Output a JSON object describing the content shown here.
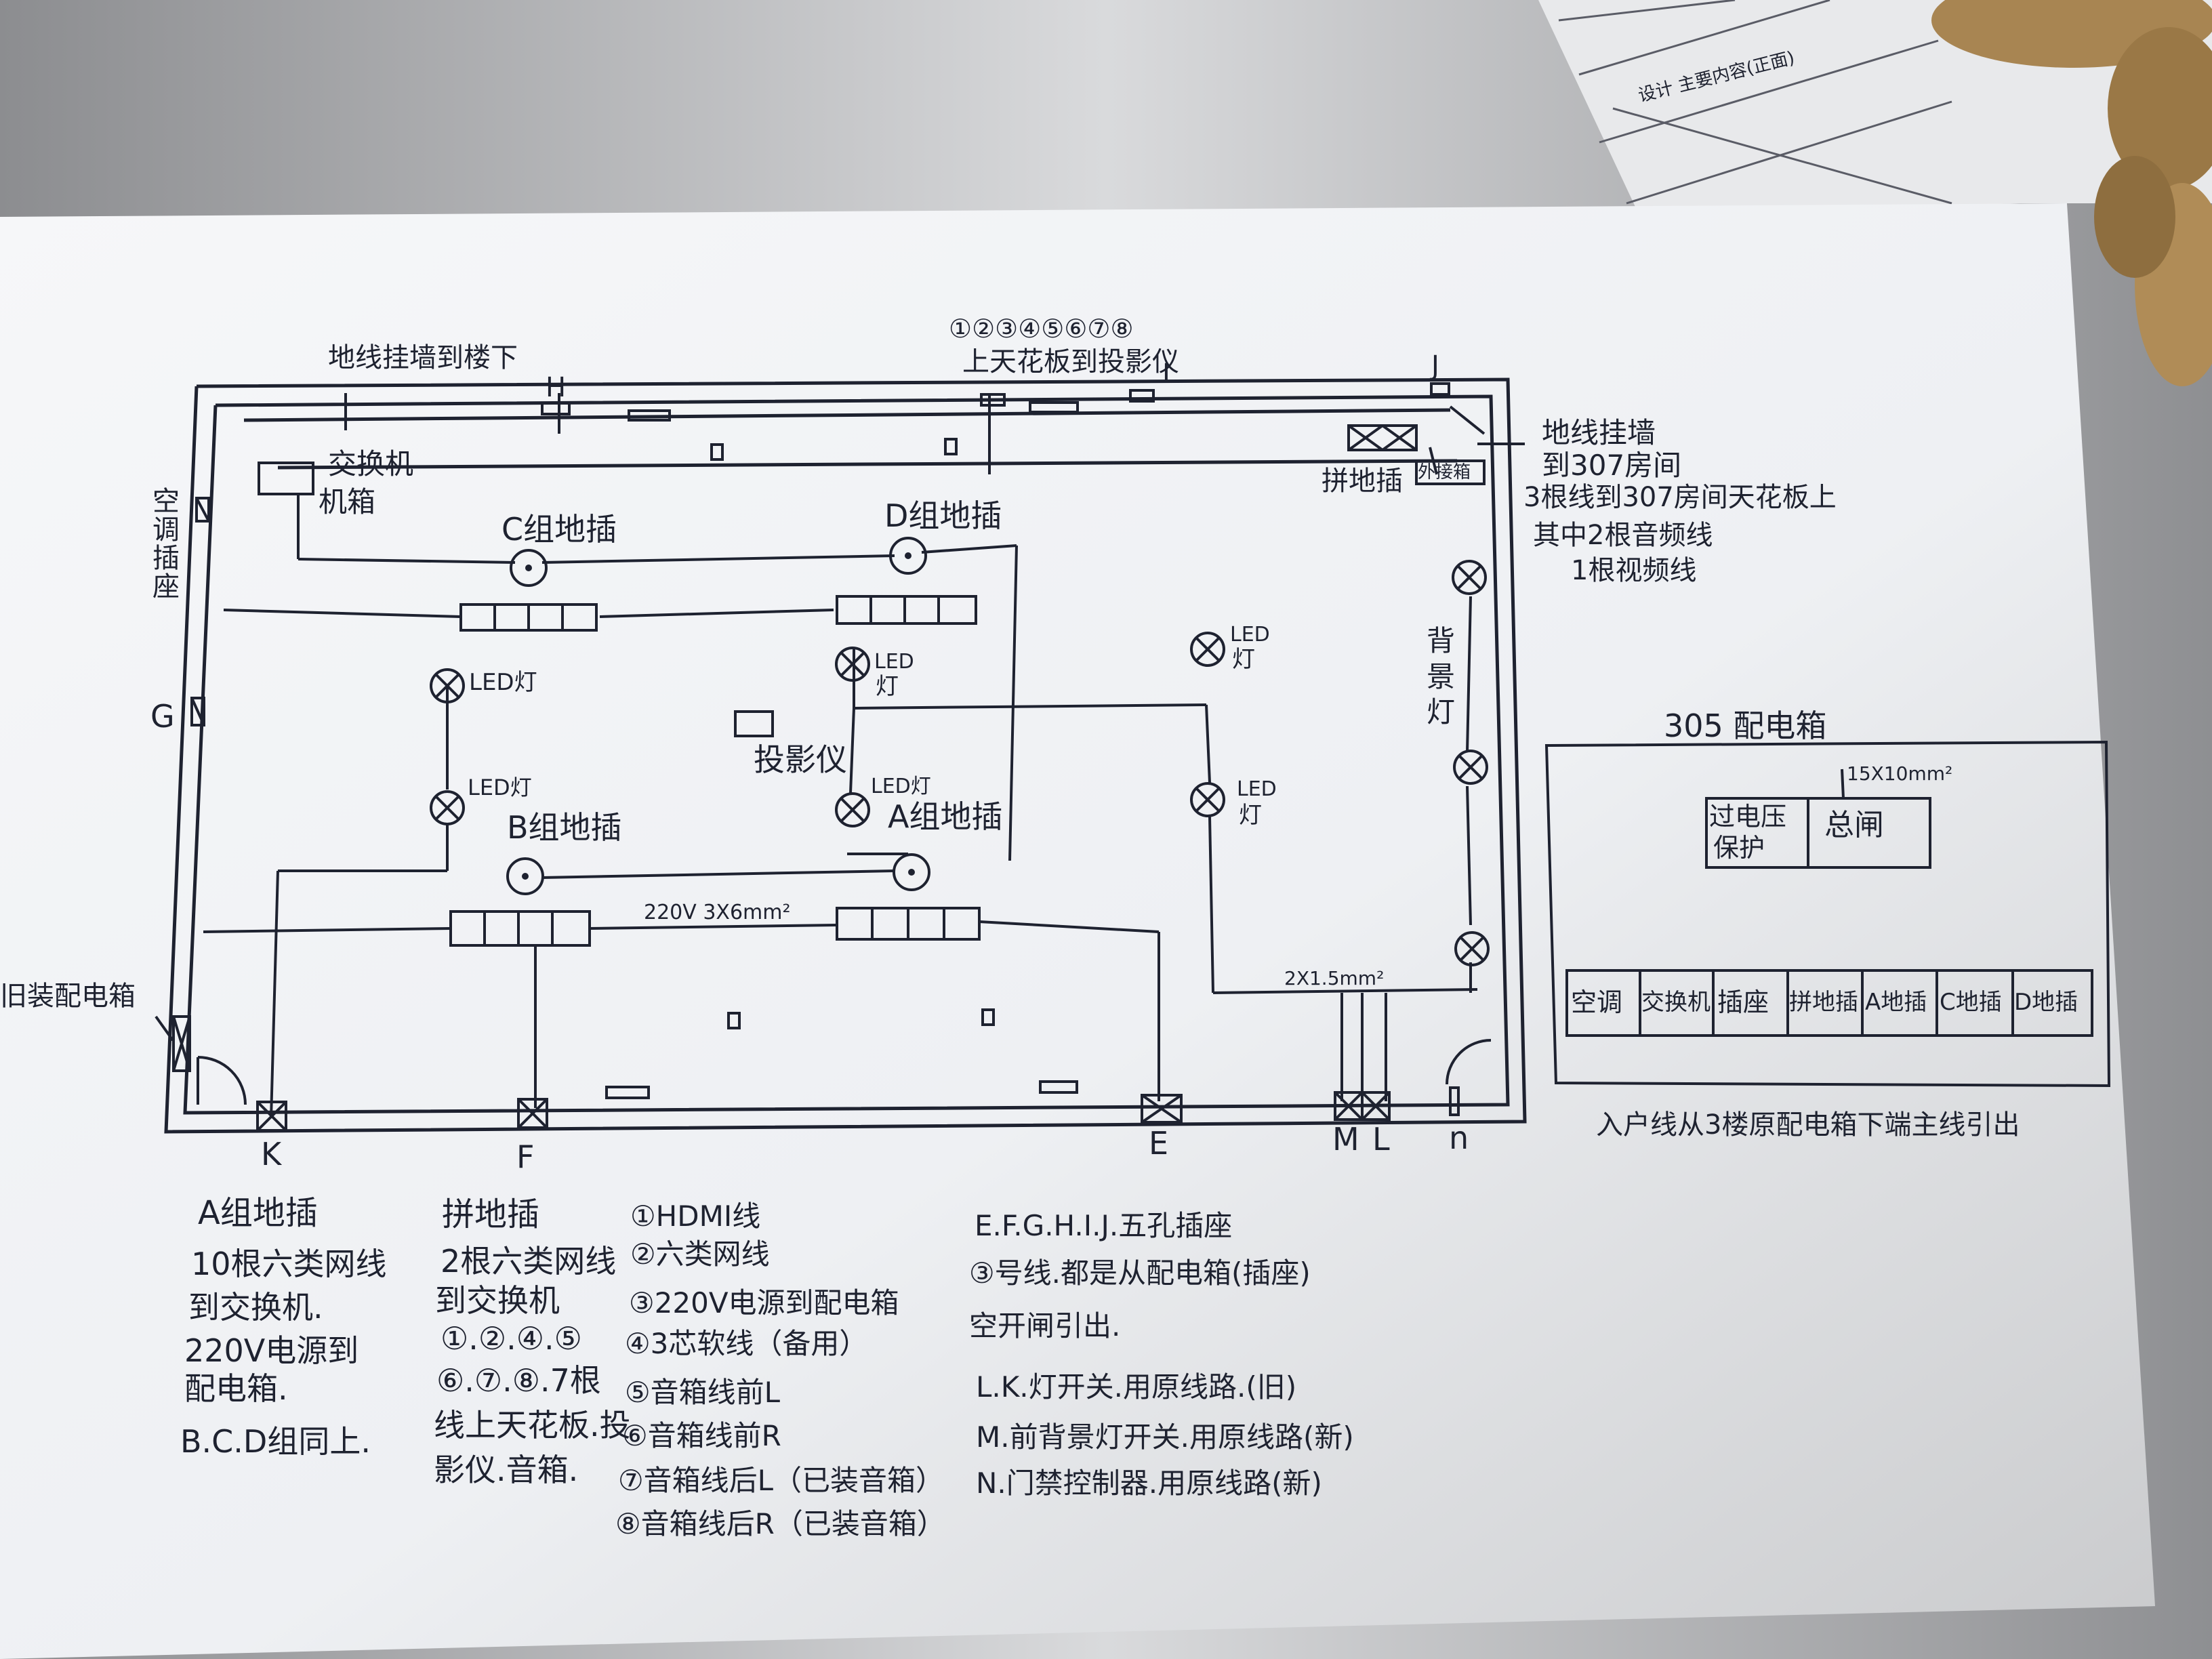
{
  "plan": {
    "top_wire_note": "地线挂墙到楼下",
    "ceiling_cable_numbers": "①②③④⑤⑥⑦⑧",
    "ceiling_note": "上天花板到投影仪",
    "marker_H": "H",
    "marker_I": "I",
    "marker_J": "J",
    "marker_G": "G",
    "marker_K": "K",
    "marker_F": "F",
    "marker_E": "E",
    "marker_M": "M",
    "marker_L": "L",
    "marker_N": "n",
    "ground_note_1": "地线挂墙",
    "ground_note_2": "到307房间",
    "ground_note_3": "3根线到307房间天花板上",
    "ground_note_4": "其中2根音频线",
    "ground_note_5": "1根视频线",
    "switch_box": "交换机",
    "switch_box_2": "机箱",
    "ac_socket_1": "空",
    "ac_socket_2": "调",
    "ac_socket_3": "插",
    "ac_socket_4": "座",
    "group_c": "C组地插",
    "group_d": "D组地插",
    "group_a": "A组地插",
    "group_b": "B组地插",
    "spliced_floor": "拼地插",
    "outer_box": "外接箱",
    "led_1": "LED灯",
    "led_2": "LED灯",
    "led_3": "LED",
    "led_3b": "灯",
    "led_4": "LED灯",
    "led_5": "LED",
    "led_5b": "灯",
    "led_6": "LED",
    "led_6b": "灯",
    "projector": "投影仪",
    "background_light": "背景灯",
    "power_label": "220V 3X6mm²",
    "light_wire_label": "2X1.5mm²",
    "left_box": "旧装配电箱"
  },
  "panel": {
    "title": "305 配电箱",
    "wire_label": "15X10mm²",
    "surge": "过电压",
    "surge_2": "保护",
    "main_switch": "总闸",
    "breakers": [
      "空调",
      "交换机",
      "插座",
      "拼地插",
      "A地插",
      "C地插",
      "D地插"
    ],
    "note": "入户线从3楼原配电箱下端主线引出"
  },
  "legend_a": {
    "title": "A组地插",
    "lines": [
      "10根六类网线",
      "到交换机.",
      "220V电源到",
      "配电箱.",
      "B.C.D组同上."
    ]
  },
  "legend_b": {
    "title": "拼地插",
    "lines": [
      "2根六类网线",
      "到交换机",
      "①.②.④.⑤",
      "⑥.⑦.⑧.7根",
      "线上天花板.投",
      "影仪.音箱."
    ]
  },
  "legend_c": {
    "lines": [
      "①HDMI线",
      "②六类网线",
      "③220V电源到配电箱",
      "④3芯软线（备用）",
      "⑤音箱线前L",
      "⑥音箱线前R",
      "⑦音箱线后L（已装音箱）",
      "⑧音箱线后R（已装音箱）"
    ]
  },
  "legend_d": {
    "lines": [
      "E.F.G.H.I.J.五孔插座",
      "③号线.都是从配电箱(插座)",
      "空开闸引出.",
      "L.K.灯开关.用原线路.(旧)",
      "M.前背景灯开关.用原线路(新)",
      "N.门禁控制器.用原线路(新)"
    ]
  },
  "corner_form": {
    "text": "设计 主要内容(正面)"
  },
  "colors": {
    "paper": "#f1f2f4",
    "ink": "#1e2230",
    "shadow": "#6d6e70",
    "nuts": "#a88552"
  }
}
